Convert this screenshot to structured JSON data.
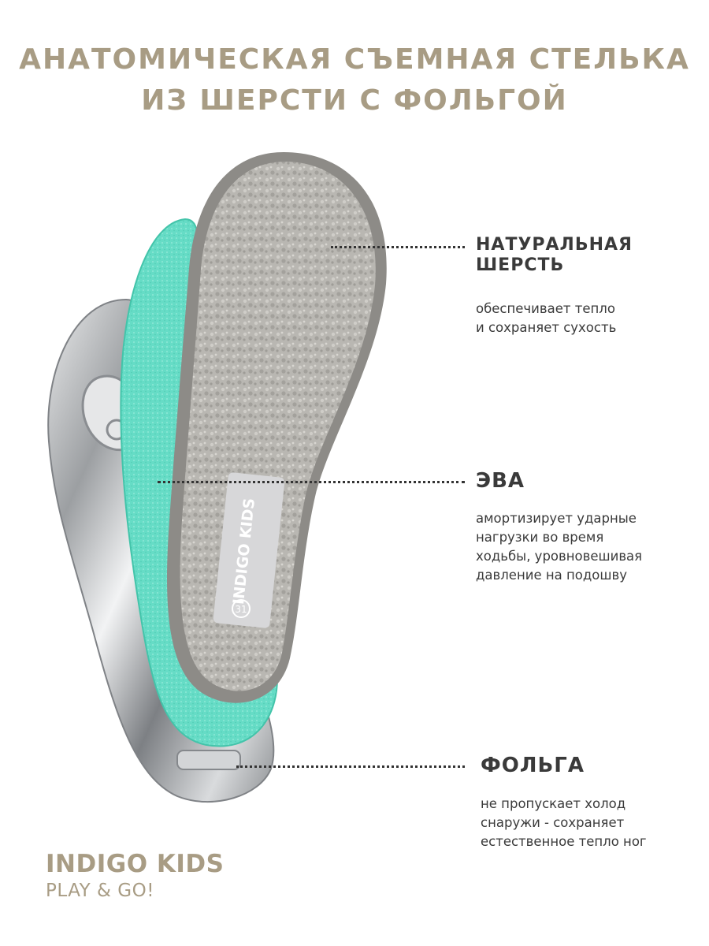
{
  "title": {
    "line1": "АНАТОМИЧЕСКАЯ СЪЕМНАЯ СТЕЛЬКА",
    "line2": "ИЗ ШЕРСТИ С ФОЛЬГОЙ"
  },
  "colors": {
    "title": "#a89c84",
    "text": "#3a3a3a",
    "wool": "#b7b5b0",
    "eva": "#63d9c2",
    "foil": "#c9cbcd"
  },
  "tag": {
    "brand": "INDIGO KIDS",
    "size": "31"
  },
  "layers": [
    {
      "name": "НАТУРАЛЬНАЯ\nШЕРСТЬ",
      "name_line1": "НАТУРАЛЬНАЯ",
      "name_line2": "ШЕРСТЬ",
      "desc": [
        "обеспечивает тепло",
        "и сохраняет сухость"
      ]
    },
    {
      "name_line1": "ЭВА",
      "desc": [
        "амортизирует ударные",
        "нагрузки во время",
        "ходьбы, уровновешивая",
        "давление на подошву"
      ]
    },
    {
      "name_line1": "ФОЛЬГА",
      "desc": [
        "не пропускает холод",
        "снаружи - сохраняет",
        "естественное тепло ног"
      ]
    }
  ],
  "brand": {
    "name": "INDIGO KIDS",
    "slogan": "PLAY & GO!"
  }
}
